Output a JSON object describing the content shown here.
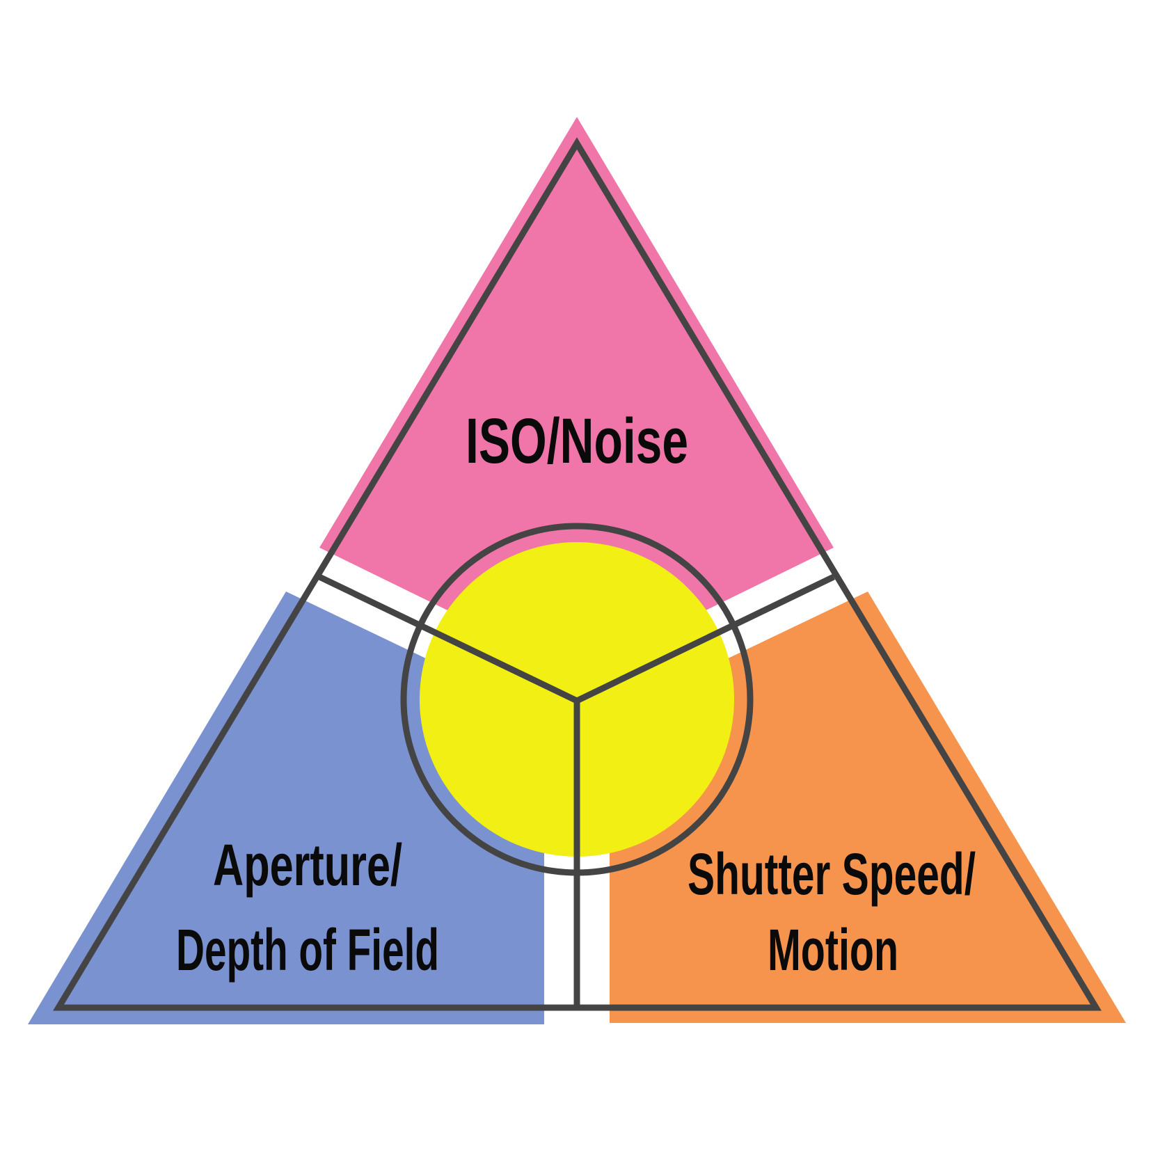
{
  "labels": {
    "iso": "ISO/Noise",
    "aperture_line1": "Aperture/",
    "aperture_line2": "Depth of Field",
    "shutter_line1": "Shutter Speed/",
    "shutter_line2": "Motion"
  },
  "colors": {
    "iso": "#f075a8",
    "aperture": "#7a92d0",
    "shutter": "#f6944e",
    "center": "#f2ef15",
    "outline": "#444444",
    "text": "#0a0a0a",
    "background": "#ffffff"
  }
}
